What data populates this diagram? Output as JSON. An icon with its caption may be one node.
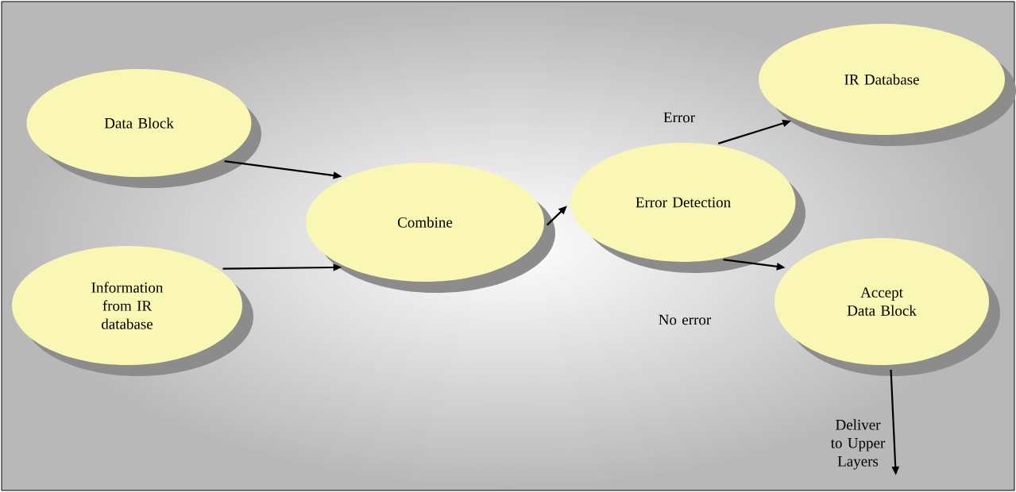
{
  "diagram": {
    "nodes": [
      {
        "text": [
          "Data Block"
        ]
      },
      {
        "text": [
          "Information from IR database"
        ]
      },
      {
        "text": [
          "Combine"
        ]
      },
      {
        "text": [
          "Error Detection"
        ]
      },
      {
        "text": [
          "IR Database"
        ]
      },
      {
        "text": [
          "Accept Data Block"
        ]
      }
    ],
    "edges": [
      {
        "from": 0,
        "to": 2,
        "arrow": "to"
      },
      {
        "from": 1,
        "to": 2,
        "arrow": "to"
      },
      {
        "from": 2,
        "to": 3,
        "arrow": "to"
      },
      {
        "from": 3,
        "to": 4,
        "arrow": "to",
        "label": "Error"
      },
      {
        "from": 3,
        "to": 5,
        "arrow": "to",
        "label": "No error"
      },
      {
        "from": 5,
        "to": null,
        "arrow": "to",
        "label": "Deliver to Upper Layers"
      }
    ]
  }
}
